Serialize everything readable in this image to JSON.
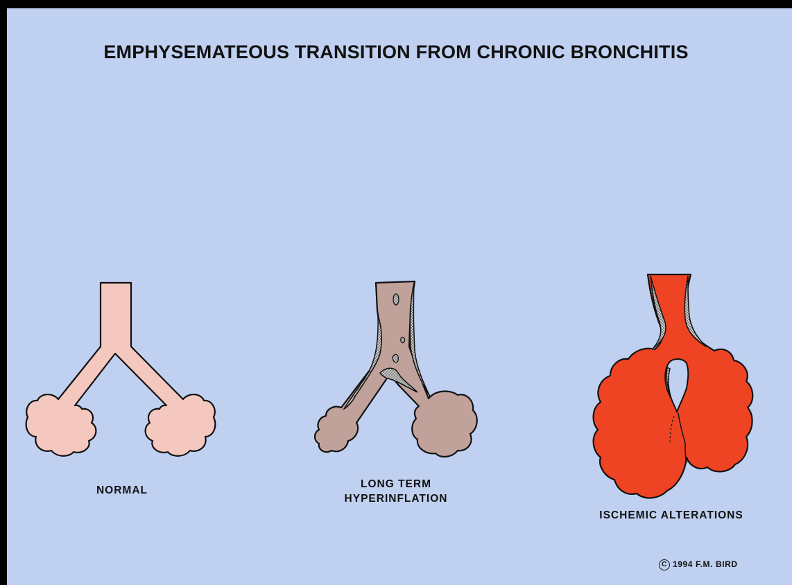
{
  "title": "EMPHYSEMATEOUS TRANSITION FROM CHRONIC BRONCHITIS",
  "panels": [
    {
      "label_lines": [
        "NORMAL"
      ],
      "fill": "#f4c8be"
    },
    {
      "label_lines": [
        "LONG TERM",
        "HYPERINFLATION"
      ],
      "fill": "#c0a29a"
    },
    {
      "label_lines": [
        "ISCHEMIC ALTERATIONS"
      ],
      "fill": "#ef4424"
    }
  ],
  "copyright": {
    "symbol": "C",
    "text": "1994 F.M. BIRD"
  },
  "colors": {
    "background": "#bfd0f0",
    "frame": "#000000",
    "outline": "#111111",
    "wall_texture": "#b8b8b8"
  }
}
